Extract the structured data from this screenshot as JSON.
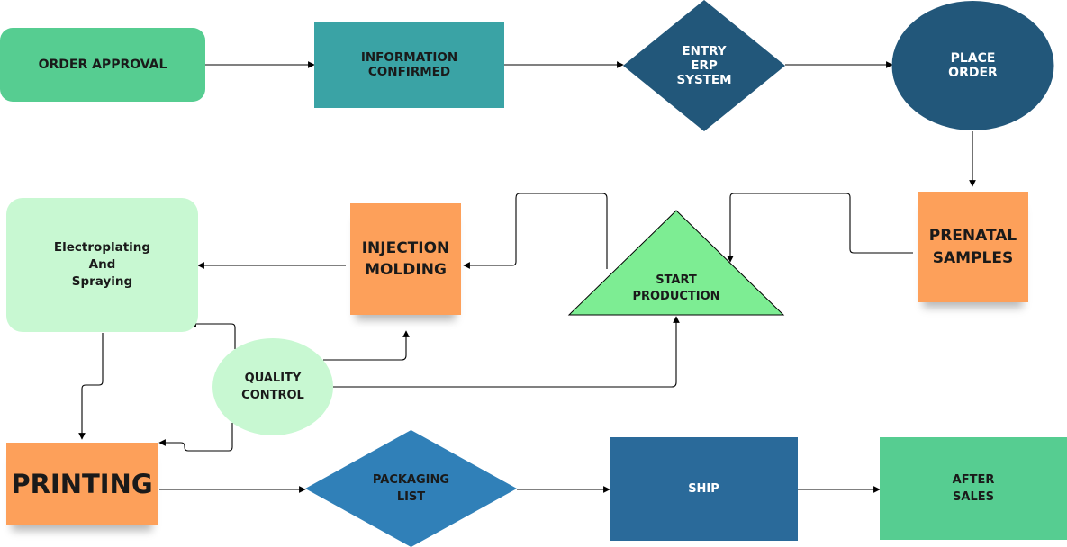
{
  "colors": {
    "green_main": "#56cd91",
    "teal": "#3aa3a5",
    "navy": "#22577a",
    "orange": "#fda05a",
    "light_green": "#c8f8d2",
    "bright_green": "#7ded93",
    "blue": "#3080b8",
    "blue_dark": "#2a6a9a",
    "connector": "#000000"
  },
  "nodes": {
    "order_approval": "ORDER APPROVAL",
    "information_confirmed": "INFORMATION\nCONFIRMED",
    "entry_erp_system": "ENTRY\nERP\nSYSTEM",
    "place_order": "PLACE\nORDER",
    "prenatal_samples": "PRENATAL\nSAMPLES",
    "start_production": "START\nPRODUCTION",
    "injection_molding": "INJECTION\nMOLDING",
    "electroplating_spraying": "Electroplating\nAnd\nSpraying",
    "quality_control": "QUALITY\nCONTROL",
    "printing": "PRINTING",
    "packaging_list": "PACKAGING\nLIST",
    "ship": "SHIP",
    "after_sales": "AFTER\nSALES"
  }
}
